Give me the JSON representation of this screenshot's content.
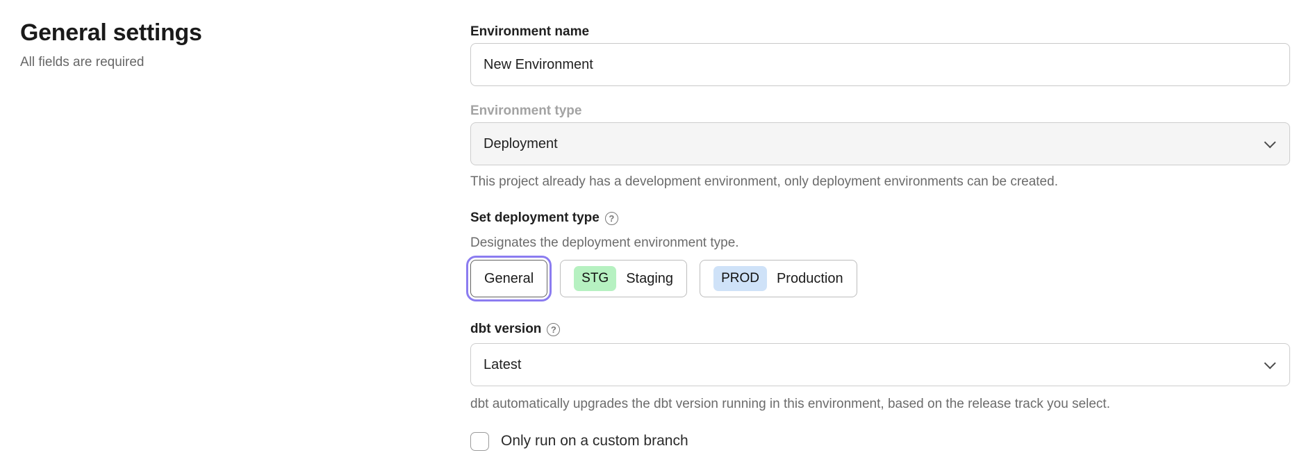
{
  "page": {
    "heading": "General settings",
    "subheading": "All fields are required"
  },
  "form": {
    "environment_name": {
      "label": "Environment name",
      "value": "New Environment"
    },
    "environment_type": {
      "label": "Environment type",
      "value": "Deployment",
      "disabled": true,
      "helper": "This project already has a development environment, only deployment environments can be created."
    },
    "deployment_type": {
      "label": "Set deployment type",
      "help_icon": "?",
      "description": "Designates the deployment environment type.",
      "options": [
        {
          "label": "General",
          "selected": true
        },
        {
          "badge": "STG",
          "label": "Staging",
          "badge_color": "#b6f1c1",
          "selected": false
        },
        {
          "badge": "PROD",
          "label": "Production",
          "badge_color": "#cfe2f8",
          "selected": false
        }
      ]
    },
    "dbt_version": {
      "label": "dbt version",
      "help_icon": "?",
      "value": "Latest",
      "helper": "dbt automatically upgrades the dbt version running in this environment, based on the release track you select."
    },
    "custom_branch": {
      "label": "Only run on a custom branch",
      "checked": false
    }
  },
  "colors": {
    "accent_ring": "#8b7cf0",
    "staging_badge": "#b6f1c1",
    "production_badge": "#cfe2f8",
    "disabled_field_bg": "#f5f5f5"
  }
}
